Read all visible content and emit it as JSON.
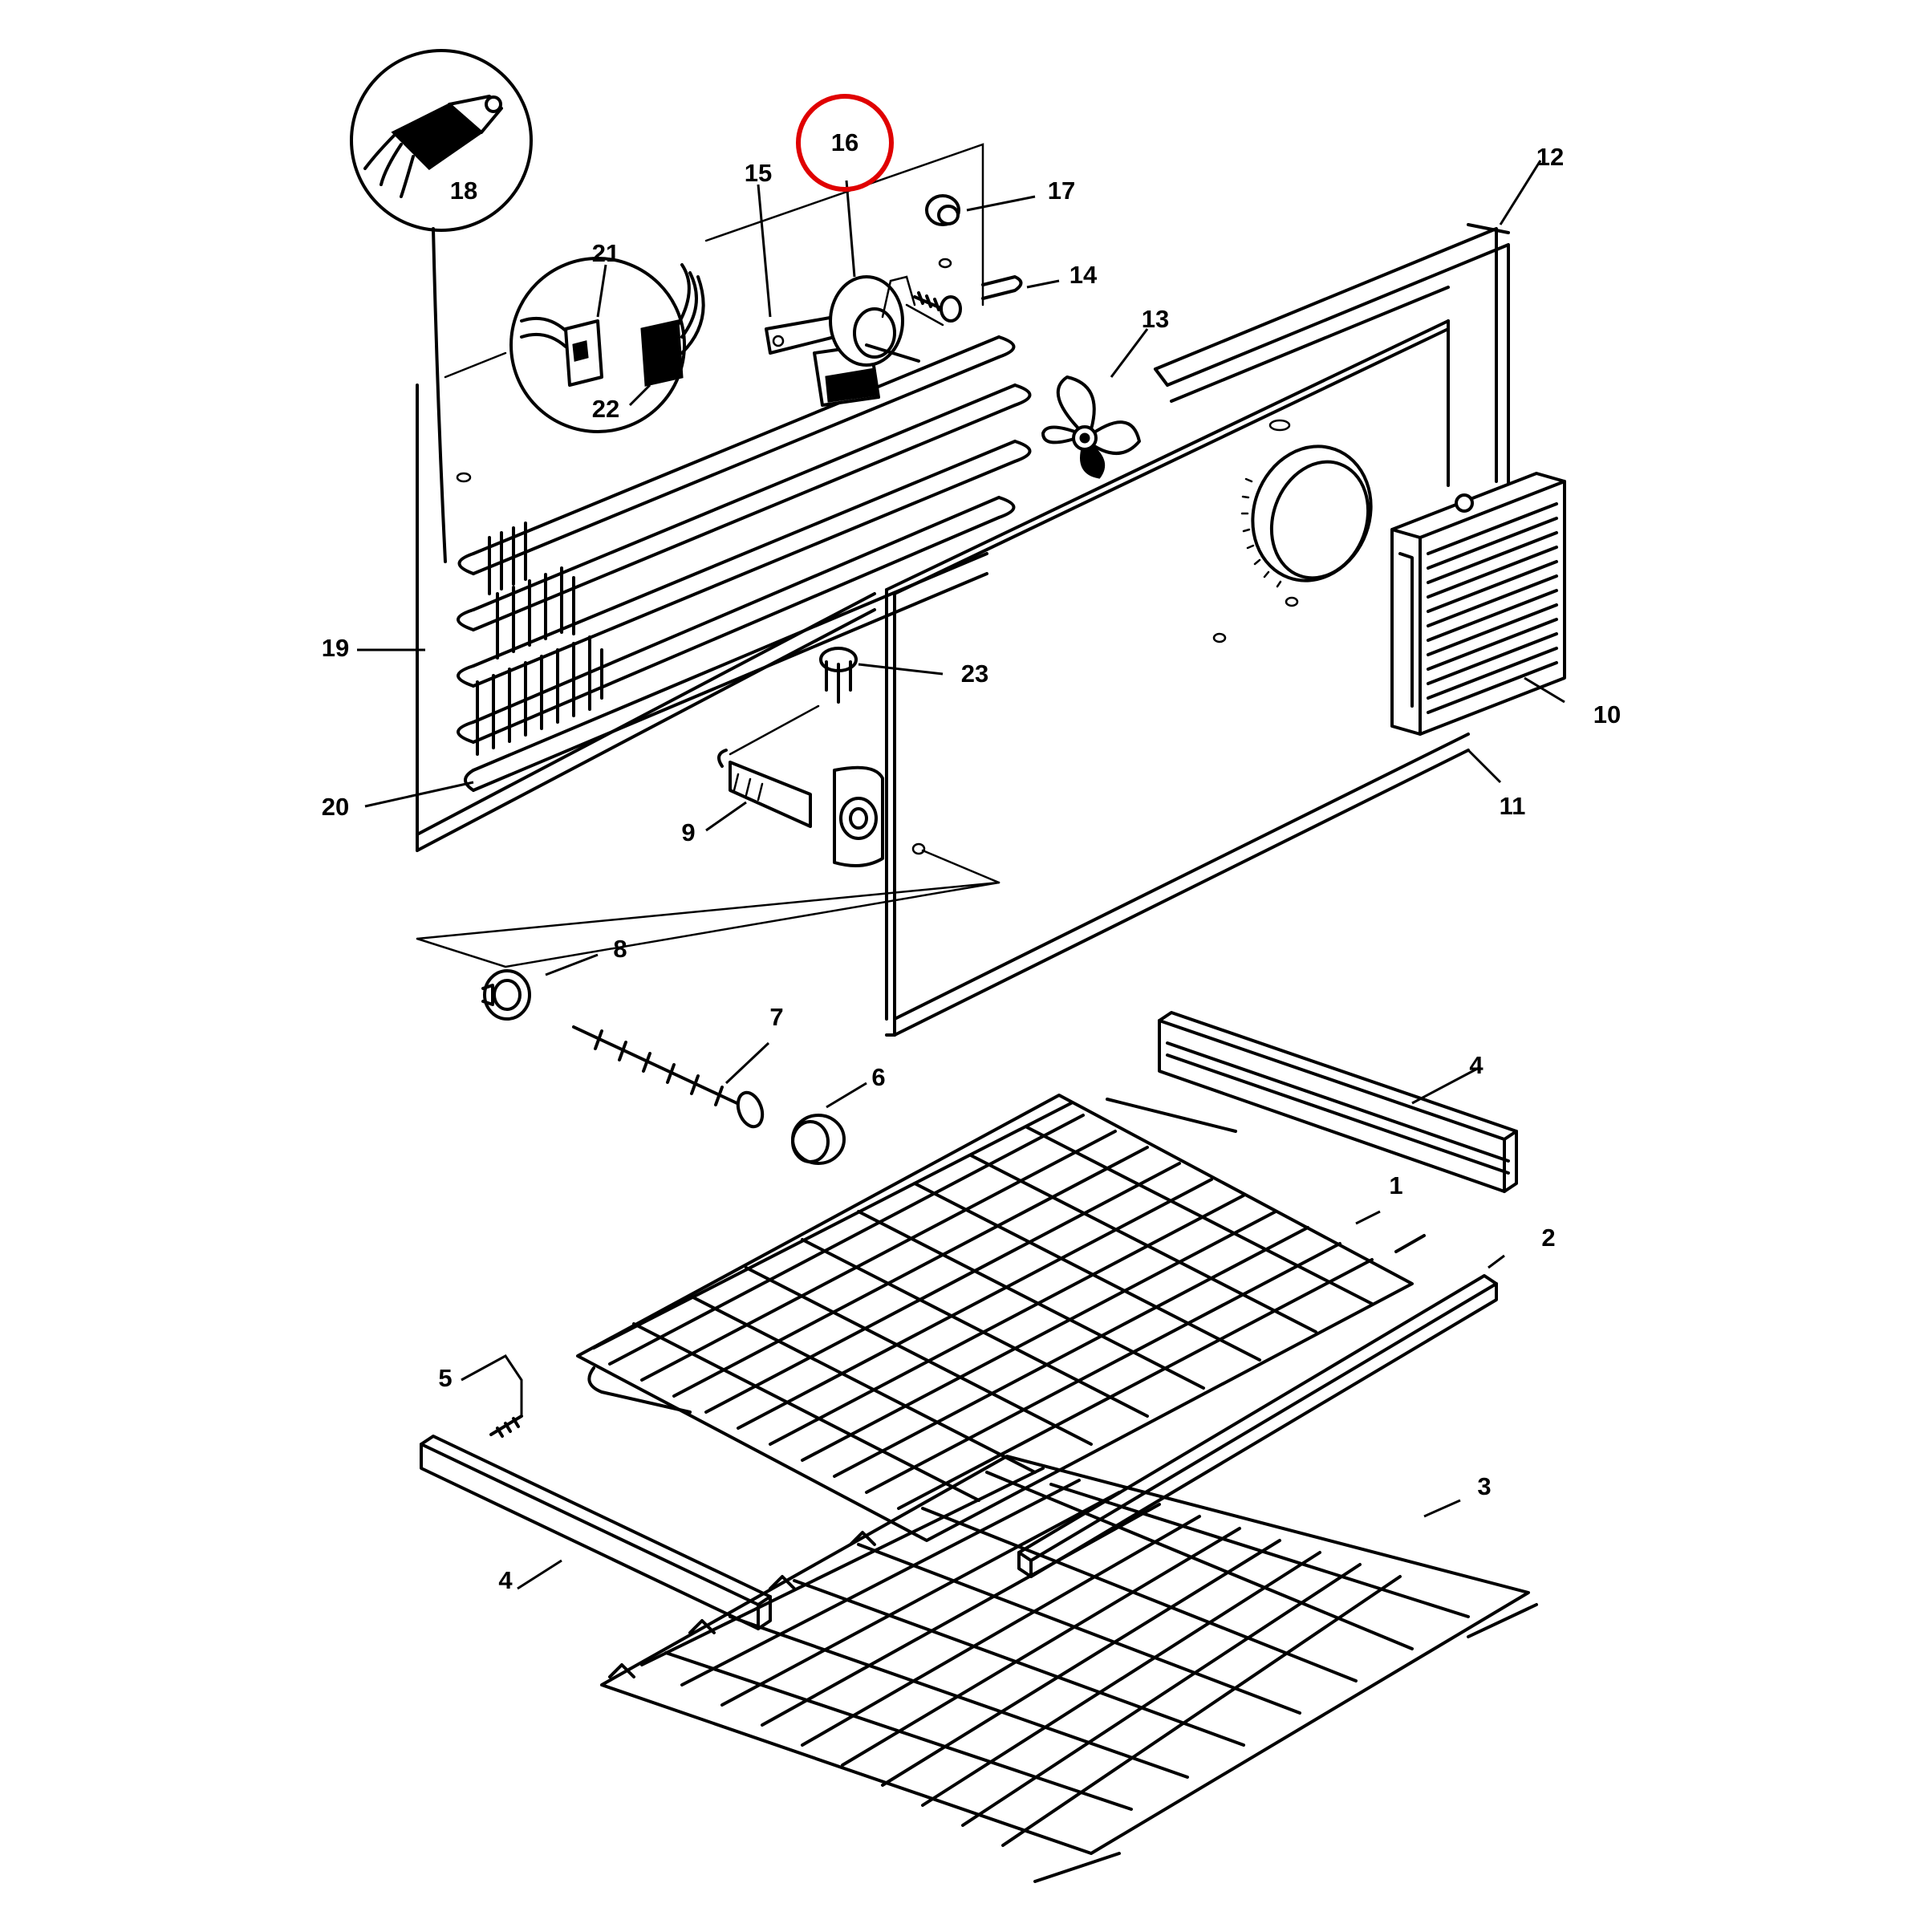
{
  "diagram": {
    "highlight_color": "#e00000",
    "highlighted_callout": "16",
    "callouts": [
      "1",
      "2",
      "3",
      "4",
      "4",
      "5",
      "6",
      "7",
      "8",
      "9",
      "10",
      "11",
      "12",
      "13",
      "14",
      "15",
      "16",
      "17",
      "18",
      "19",
      "20",
      "21",
      "22",
      "23"
    ]
  }
}
